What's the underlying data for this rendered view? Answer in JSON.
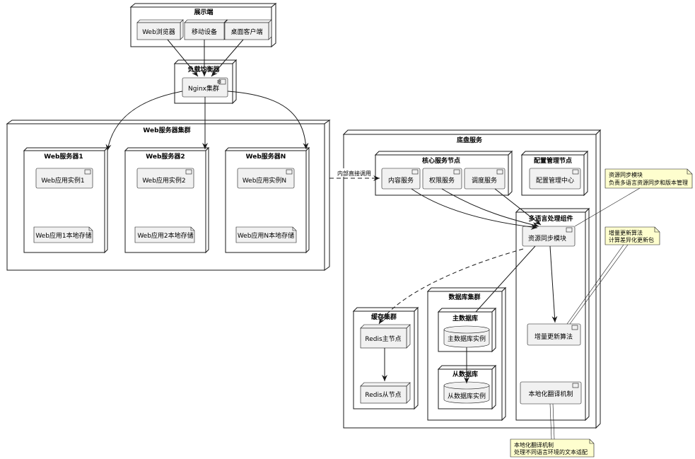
{
  "display": {
    "title": "展示端",
    "browser": "Web浏览器",
    "mobile": "移动设备",
    "desktop": "桌面客户端"
  },
  "lb": {
    "title": "负载均衡器",
    "nginx": "Nginx集群"
  },
  "web_cluster": {
    "title": "Web服务器集群",
    "servers": [
      {
        "title": "Web服务器1",
        "app": "Web应用实例1",
        "storage": "Web应用1本地存储"
      },
      {
        "title": "Web服务器2",
        "app": "Web应用实例2",
        "storage": "Web应用2本地存储"
      },
      {
        "title": "Web服务器N",
        "app": "Web应用实例N",
        "storage": "Web应用N本地存储"
      }
    ]
  },
  "edge_label": "内部直接调用",
  "base": {
    "title": "底盘服务",
    "core": {
      "title": "核心服务节点",
      "content": "内容服务",
      "permission": "权限服务",
      "schedule": "调度服务"
    },
    "config": {
      "title": "配置管理节点",
      "center": "配置管理中心"
    },
    "i18n": {
      "title": "多语言处理组件",
      "sync": "资源同步模块",
      "incremental": "增量更新算法",
      "localization": "本地化翻译机制"
    },
    "cache": {
      "title": "缓存集群",
      "master": "Redis主节点",
      "slave": "Redis从节点"
    },
    "db": {
      "title": "数据库集群",
      "master_title": "主数据库",
      "master_instance": "主数据库实例",
      "slave_title": "从数据库",
      "slave_instance": "从数据库实例"
    }
  },
  "notes": {
    "sync": [
      "资源同步模块",
      "负责多语言资源同步和版本管理"
    ],
    "incremental": [
      "增量更新算法",
      "计算差异化更新包"
    ],
    "localization": [
      "本地化翻译机制",
      "处理不同语言环境的文本适配"
    ]
  }
}
